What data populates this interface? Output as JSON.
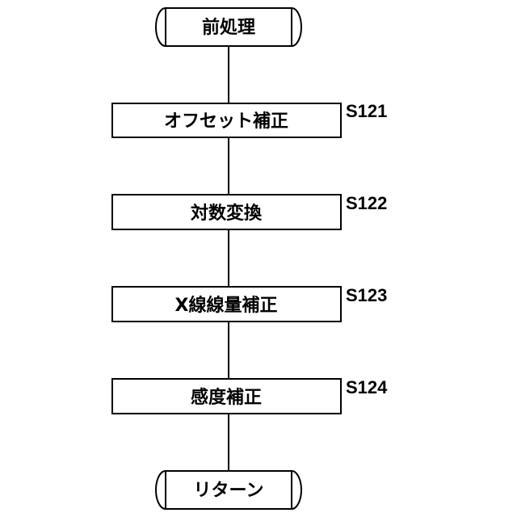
{
  "start": {
    "label": "前処理"
  },
  "steps": [
    {
      "label": "オフセット補正",
      "step_id": "S121"
    },
    {
      "label": "対数変換",
      "step_id": "S122"
    },
    {
      "label": "X線線量補正",
      "step_id": "S123"
    },
    {
      "label": "感度補正",
      "step_id": "S124"
    }
  ],
  "end": {
    "label": "リターン"
  },
  "colors": {
    "stroke": "#000000",
    "fill": "#ffffff",
    "text": "#000000"
  }
}
